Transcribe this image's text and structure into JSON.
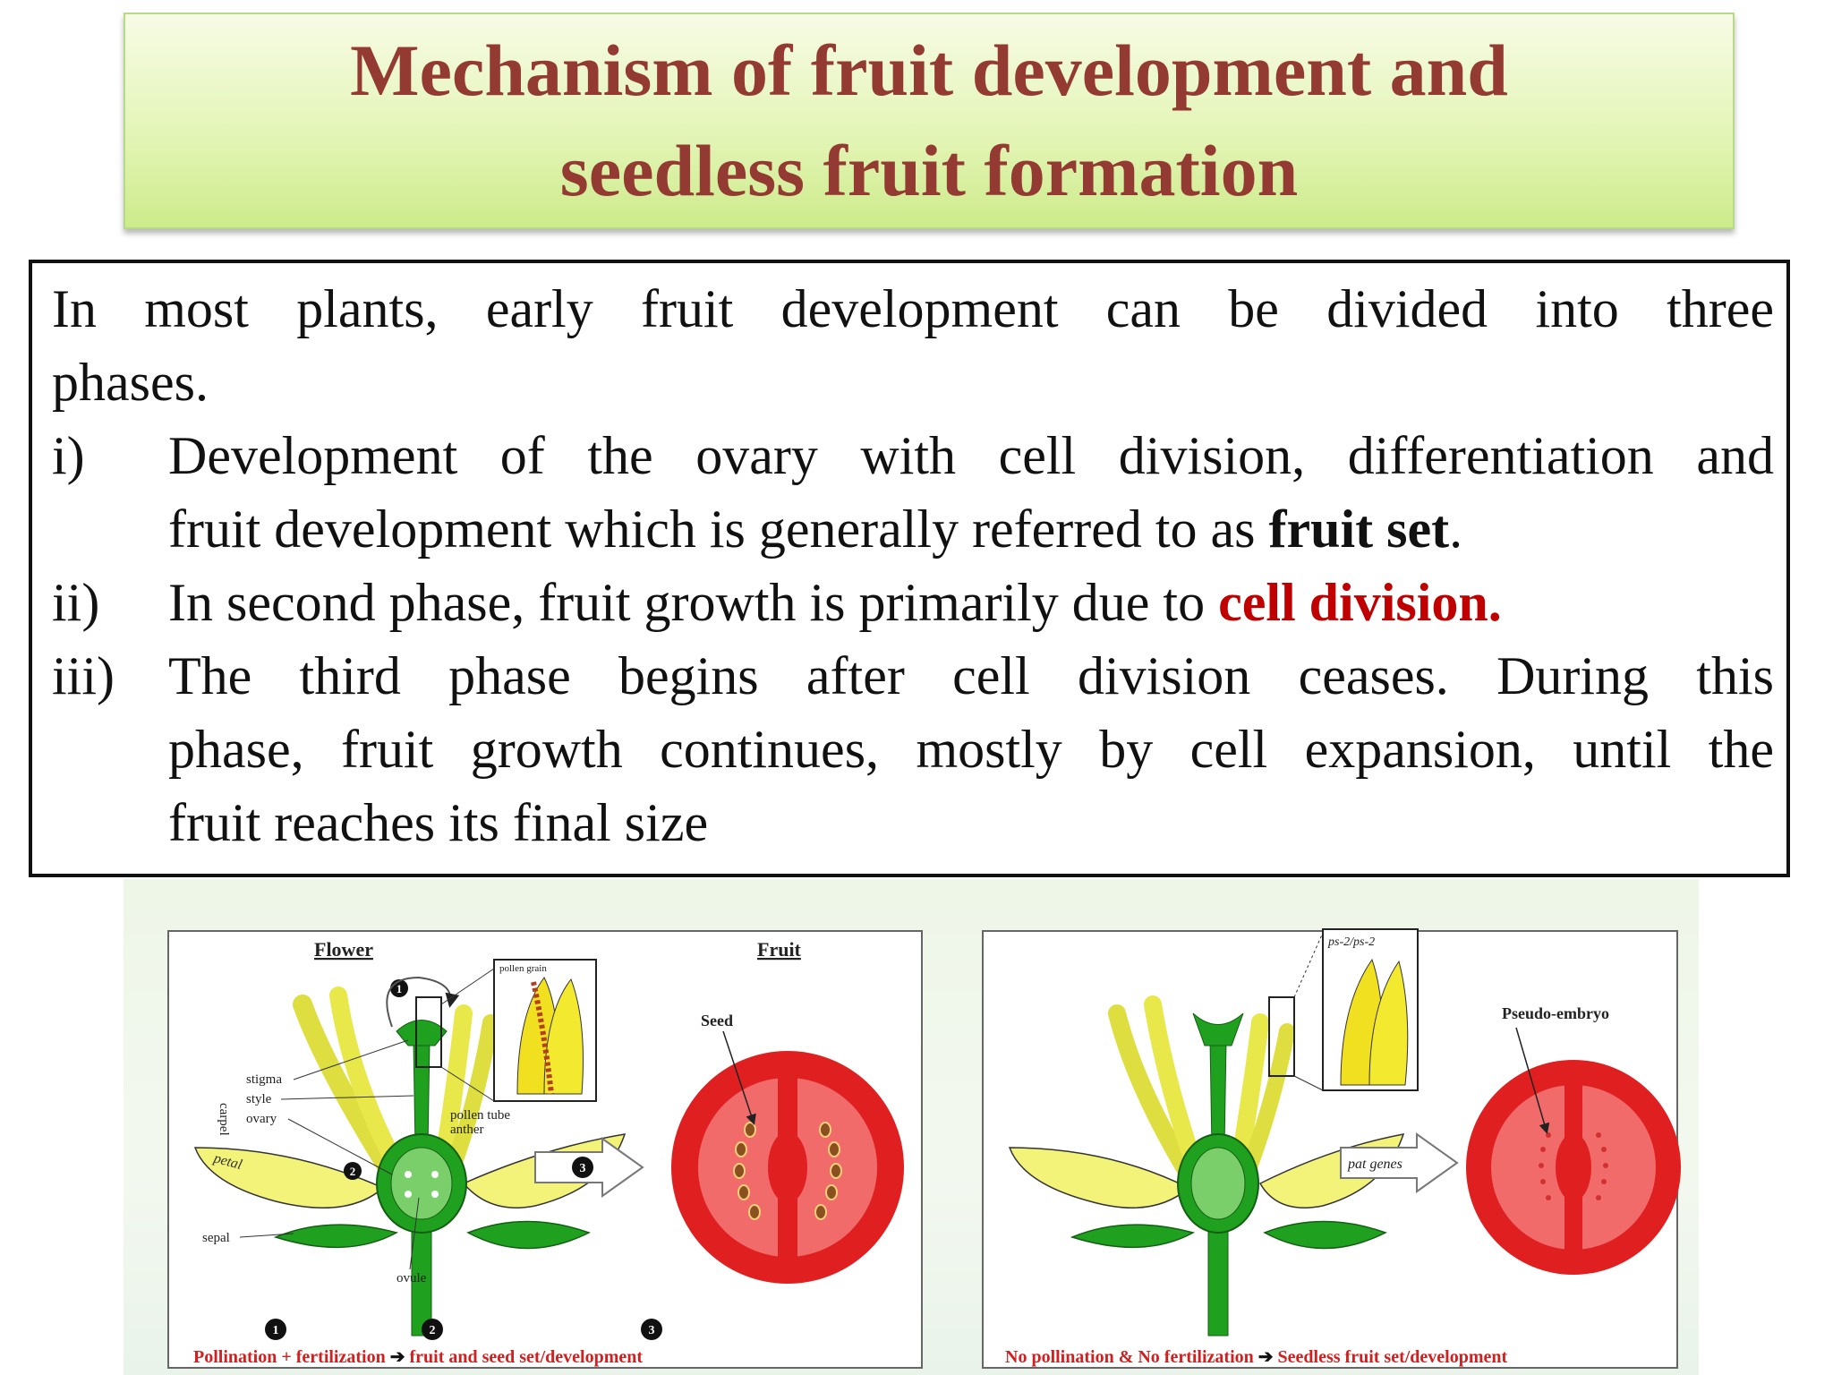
{
  "title": {
    "line1": "Mechanism of fruit development and",
    "line2": "seedless fruit formation"
  },
  "intro": {
    "line1": "In most plants, early fruit development can be divided into three",
    "line2": "phases."
  },
  "items": [
    {
      "num": "i)",
      "line1": "Development of the ovary with cell division, differentiation and",
      "line2_pre": "fruit development which is generally referred to as ",
      "line2_bold": "fruit set",
      "line2_post": "."
    },
    {
      "num": "ii)",
      "pre": "In second phase, fruit growth is primarily due to ",
      "highlight": "cell division."
    },
    {
      "num": "iii)",
      "line1": "The third phase begins after cell division ceases. During this",
      "line2": "phase, fruit growth continues, mostly by cell expansion, until the",
      "line3": "fruit reaches its final size"
    }
  ],
  "figure": {
    "left_panel": {
      "flower_header": "Flower",
      "fruit_header": "Fruit",
      "pollen_grain": "pollen grain",
      "carpel": "carpel",
      "stigma": "stigma",
      "style": "style",
      "ovary": "ovary",
      "pollen_tube": "pollen tube",
      "anther": "anther",
      "petal": "petal",
      "sepal": "sepal",
      "ovule": "ovule",
      "seed": "Seed",
      "step1": "1",
      "step2": "2",
      "step3": "3",
      "caption_a": "Pollination + fertilization",
      "caption_arrow": "➔",
      "caption_b": "fruit and seed set/development"
    },
    "right_panel": {
      "mutant_label": "ps-2/ps-2",
      "pseudo_embryo": "Pseudo-embryo",
      "pat_genes": "pat genes",
      "caption_a": "No pollination & No fertilization",
      "caption_arrow": "➔",
      "caption_b": "Seedless fruit set/development"
    }
  },
  "colors": {
    "title_text": "#933a32",
    "highlight_red": "#c00000",
    "fruit_red": "#e02020",
    "fruit_inner": "#f26b6b",
    "petal_yellow": "#f3f37a",
    "stem_green": "#1fa01f"
  }
}
